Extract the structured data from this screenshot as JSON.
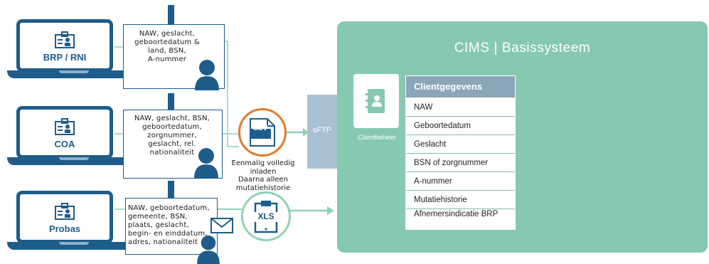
{
  "sources": [
    {
      "label": "BRP / RNI",
      "info": [
        "NAW, geslacht,",
        "geboortedatum &",
        "land, BSN,",
        "A-nummer"
      ]
    },
    {
      "label": "COA",
      "info": [
        "NAW, geslacht, BSN,",
        "geboortedatum,",
        "zorgnummer,",
        "geslacht, rel.",
        "nationaliteit"
      ]
    },
    {
      "label": "Probas",
      "info": [
        "NAW, geboortedatum,",
        "gemeente, BSN,",
        "plaats, geslacht,",
        "begin- en einddatum,",
        "adres, nationaliteit"
      ]
    }
  ],
  "csv": {
    "label": "CSV",
    "caption": [
      "Eenmalig volledig",
      "inladen",
      "Daarna alleen",
      "mutatiehistorie"
    ]
  },
  "xls": {
    "label": "XLS"
  },
  "sftp_label": "sFTP",
  "cims": {
    "title": "CIMS | Basissysteem",
    "client_label": "Clientbeheer",
    "table_header": "Clientgegevens",
    "rows": [
      "NAW",
      "Geboortedatum",
      "Geslacht",
      "BSN of zorgnummer",
      "A-nummer",
      "Mutatiehistorie",
      "Afnemersindicatie BRP"
    ]
  },
  "colors": {
    "navy": "#1e5c8a",
    "teal": "#86c9b0",
    "orange": "#e07b2a",
    "line": "#8fd1b8"
  }
}
